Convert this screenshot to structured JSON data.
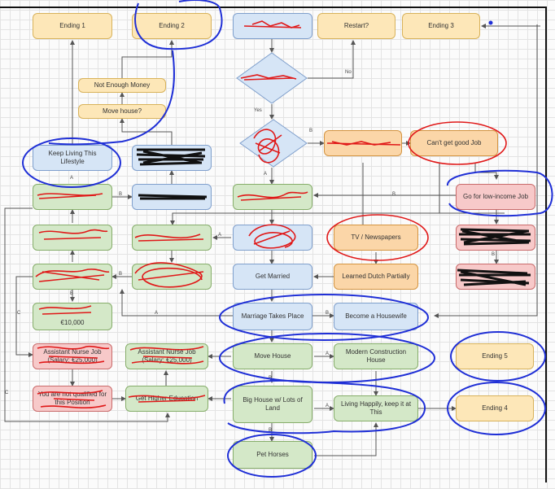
{
  "nodes": {
    "ending1": "Ending 1",
    "ending2": "Ending 2",
    "restart": "Restart?",
    "ending3": "Ending 3",
    "not_enough_money": "Not Enough Money",
    "move_house_q": "Move house?",
    "keep_living": "Keep Living This Lifestyle",
    "cant_get_good_job": "Can't get good Job",
    "go_low_income": "Go for low-income Job",
    "tv_newspapers": "TV / Newspapers",
    "get_married": "Get Married",
    "learned_dutch": "Learned Dutch Partially",
    "marriage_takes_place": "Marriage Takes Place",
    "become_housewife": "Become a Housewife",
    "move_house": "Move House",
    "modern_construction": "Modern Construction House",
    "ending5": "Ending 5",
    "big_house": "Big House w/ Lots of Land",
    "living_happily": "Living Happily, keep it at This",
    "ending4": "Ending 4",
    "pet_horses": "Pet Horses",
    "amount_10000": "€10,000",
    "assistant_nurse_left": "Assistant Nurse Job (Salary: €25,000)",
    "assistant_nurse_right": "Assistant Nurse Job (Salary: €25,000)",
    "not_qualified": "You are not qualified for this Position",
    "get_education": "Get Higher Education"
  },
  "edge_labels": {
    "no": "No",
    "yes": "Yes",
    "b": "B",
    "a": "A",
    "c": "C"
  },
  "colors": {
    "yellow": "#fde7b8",
    "blue": "#d6e5f6",
    "orange": "#fbd6a8",
    "green": "#d4e8c8",
    "red": "#f7c9c9",
    "ink_blue": "#1f2fd6",
    "ink_red": "#e01818",
    "ink_black": "#111111"
  }
}
